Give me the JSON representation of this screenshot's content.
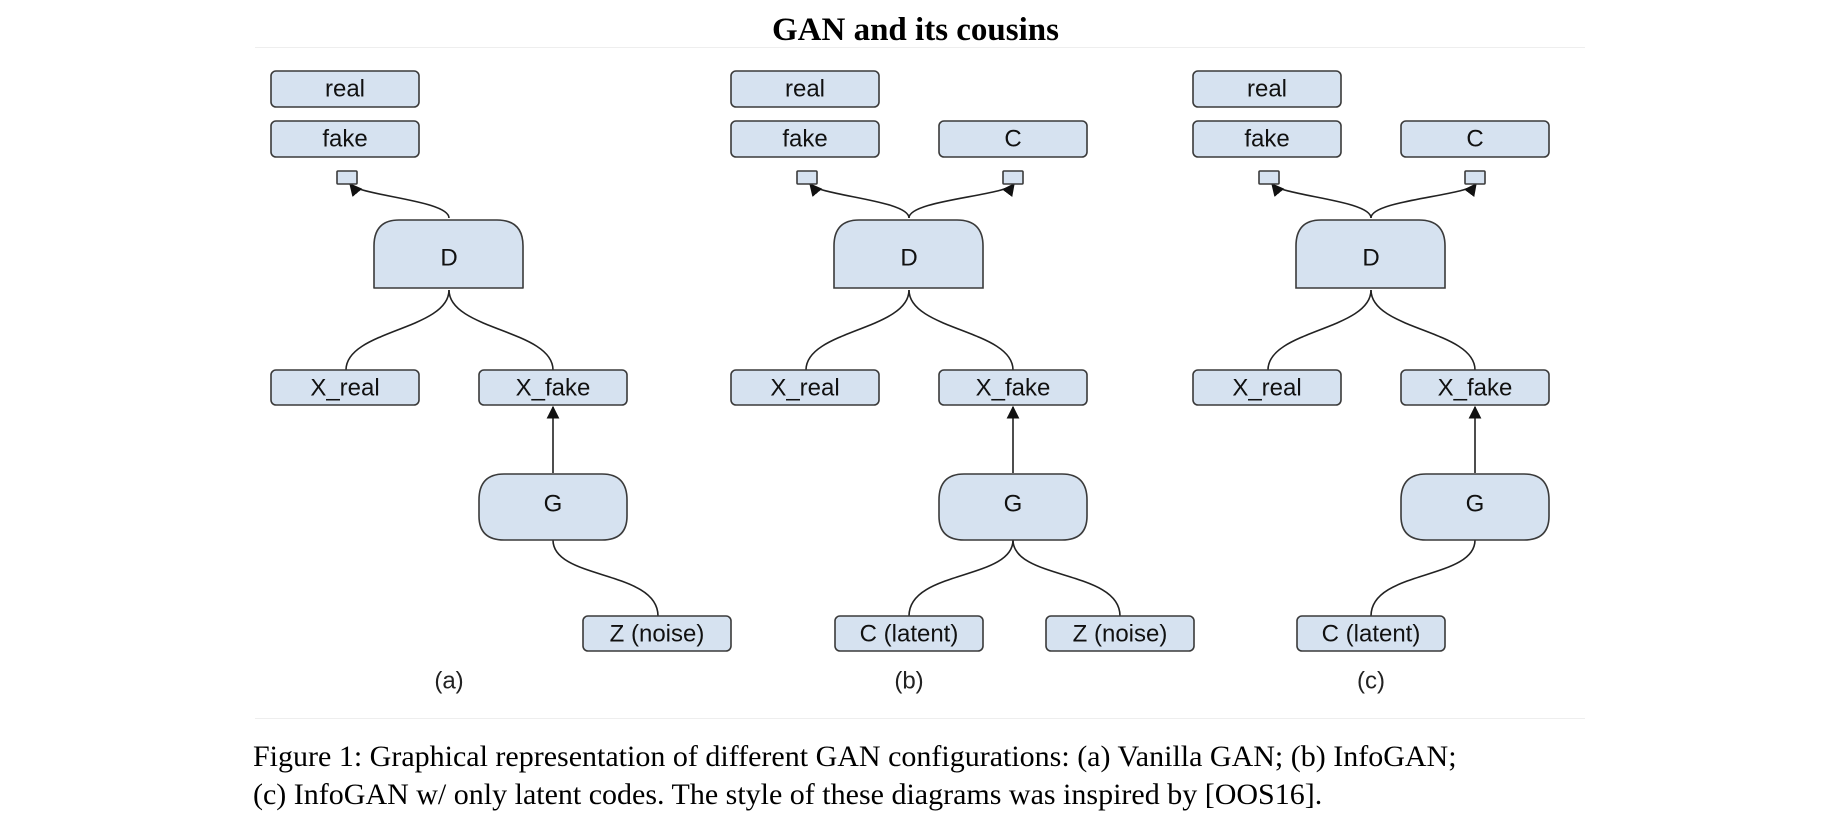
{
  "title": "GAN and its cousins",
  "diagrams": [
    {
      "label": "(a)",
      "nodes": {
        "real": "real",
        "fake": "fake",
        "D": "D",
        "X_real": "X_real",
        "X_fake": "X_fake",
        "G": "G",
        "Z": "Z (noise)"
      }
    },
    {
      "label": "(b)",
      "nodes": {
        "real": "real",
        "fake": "fake",
        "C_out": "C",
        "D": "D",
        "X_real": "X_real",
        "X_fake": "X_fake",
        "G": "G",
        "C_latent": "C (latent)",
        "Z": "Z (noise)"
      }
    },
    {
      "label": "(c)",
      "nodes": {
        "real": "real",
        "fake": "fake",
        "C_out": "C",
        "D": "D",
        "X_real": "X_real",
        "X_fake": "X_fake",
        "G": "G",
        "C_latent": "C (latent)"
      }
    }
  ],
  "caption": {
    "line1": "Figure 1: Graphical representation of different GAN configurations: (a) Vanilla GAN; (b) InfoGAN;",
    "line2": "(c) InfoGAN w/ only latent codes. The style of these diagrams was inspired by [OOS16]."
  },
  "colors": {
    "node_fill": "#d6e2f0",
    "node_stroke": "#3a3a3a"
  }
}
